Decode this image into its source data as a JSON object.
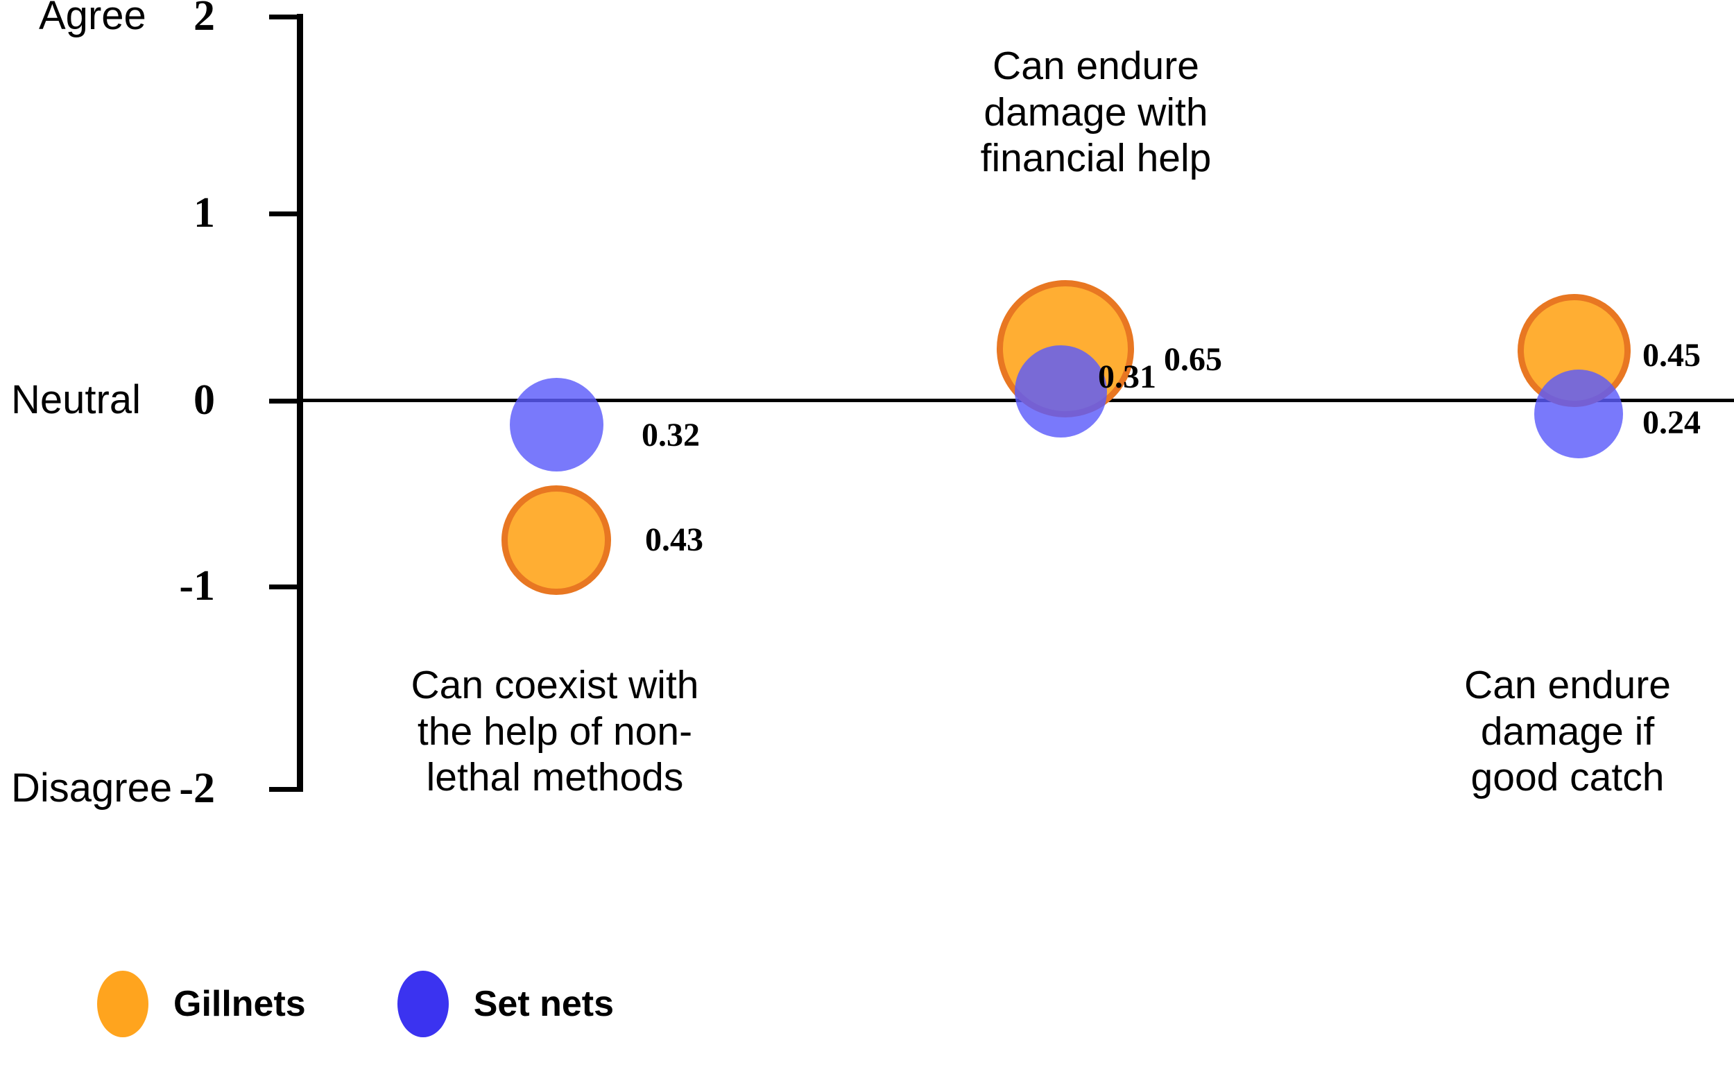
{
  "chart_data": {
    "type": "scatter",
    "title": "",
    "xlabel": "",
    "ylabel": "",
    "ylim": [
      -2,
      2
    ],
    "grid": false,
    "legend_position": "bottom-left",
    "y_ticks": [
      "2",
      "1",
      "0",
      "-1",
      "-2"
    ],
    "y_anchors": [
      {
        "value": 2,
        "label": "Agree"
      },
      {
        "value": 0,
        "label": "Neutral"
      },
      {
        "value": -2,
        "label": "Disagree"
      }
    ],
    "categories": [
      "Can coexist with\nthe help of non-\nlethal methods",
      "Can endure\ndamage with\nfinancial help",
      "Can endure\ndamage if\ngood catch"
    ],
    "series": [
      {
        "name": "Gillnets",
        "color": "#FFAE33",
        "border_color": "#E87722",
        "values": [
          -0.72,
          0.26,
          0.21
        ],
        "sizes": [
          0.43,
          0.65,
          0.45
        ],
        "size_labels": [
          "0.43",
          "0.65",
          "0.45"
        ]
      },
      {
        "name": "Set nets",
        "color": "#5B5BFA",
        "border_color": "#5B5BFA",
        "values": [
          -0.15,
          -0.05,
          -0.1
        ],
        "sizes": [
          0.32,
          0.31,
          0.24
        ],
        "size_labels": [
          "0.32",
          "0.31",
          "0.24"
        ]
      }
    ]
  },
  "axis": {
    "ticks": [
      {
        "label": "2"
      },
      {
        "label": "1"
      },
      {
        "label": "0"
      },
      {
        "label": "-1"
      },
      {
        "label": "-2"
      }
    ],
    "anchors": {
      "agree": "Agree",
      "neutral": "Neutral",
      "disagree": "Disagree"
    }
  },
  "categories": {
    "c1": "Can coexist with\nthe help of non-\nlethal methods",
    "c2": "Can endure\ndamage with\nfinancial help",
    "c3": "Can endure\ndamage if\ngood catch"
  },
  "values": {
    "g1": "0.43",
    "g2": "0.65",
    "g3": "0.45",
    "s1": "0.32",
    "s2": "0.31",
    "s3": "0.24"
  },
  "legend": {
    "gillnets": "Gillnets",
    "set_nets": "Set nets"
  },
  "colors": {
    "gillnets_fill": "#FFAE33",
    "gillnets_stroke": "#E87722",
    "set_nets_fill": "#5B5BFA",
    "axis": "#000000",
    "background": "#FFFFFF"
  }
}
